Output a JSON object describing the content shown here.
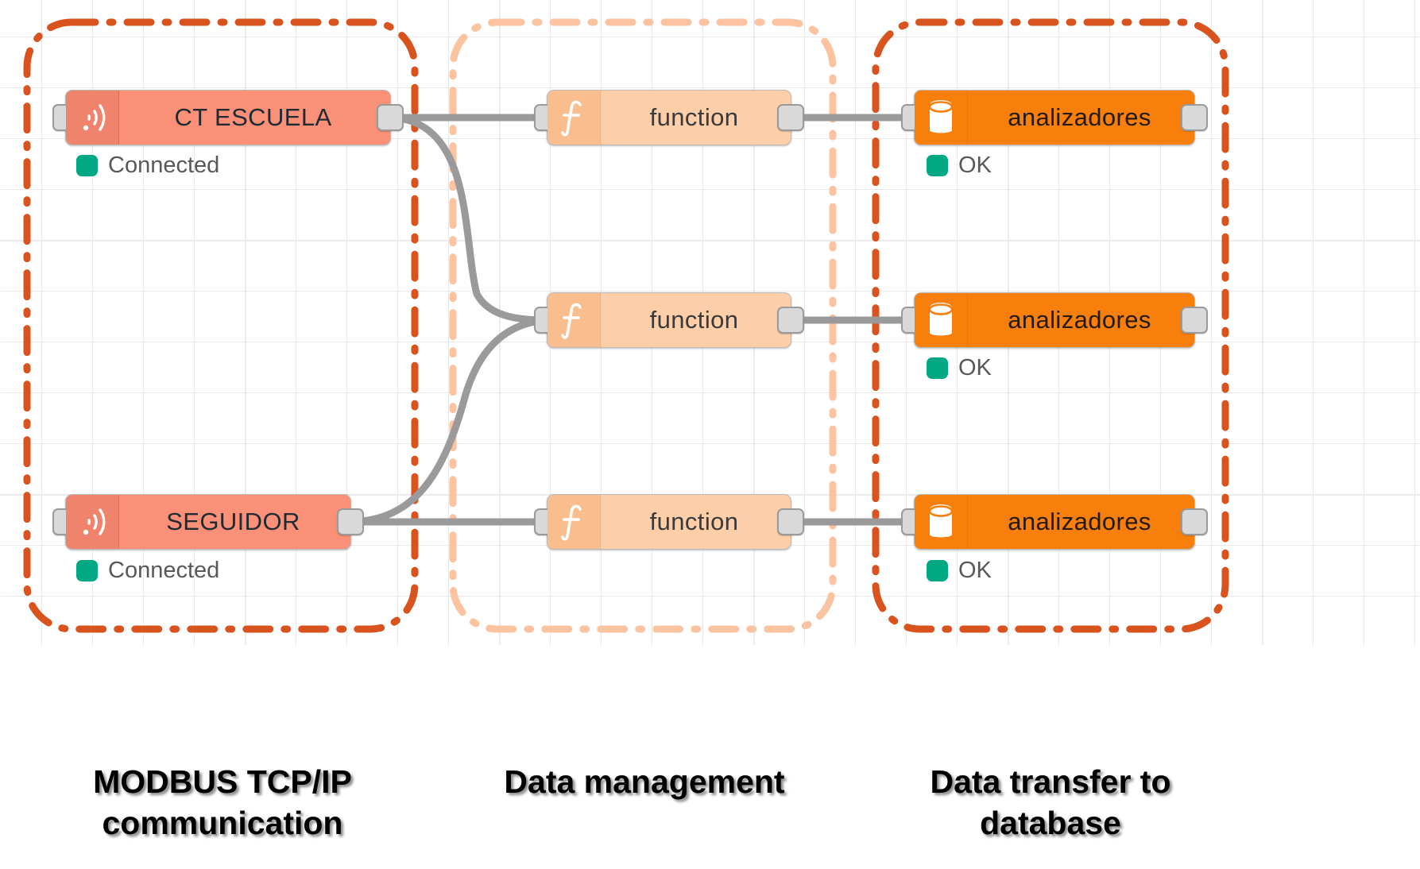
{
  "canvas": {
    "background": "#ffffff",
    "grid_color": "#e9e9e9"
  },
  "colors": {
    "group_strong": "#D9531E",
    "group_soft": "#FBC3A0",
    "modbus_node": "#F99077",
    "function_node": "#FDCEA8",
    "database_node": "#F87F0B",
    "status_ok": "#00A884",
    "wire": "#9a9a9a",
    "port": "#d9d9d9"
  },
  "groups": [
    {
      "id": "modbus",
      "border_color": "#D9531E",
      "caption": "MODBUS TCP/IP\ncommunication",
      "caption_line1": "MODBUS TCP/IP",
      "caption_line2": "communication"
    },
    {
      "id": "data-management",
      "border_color": "#FBC3A0",
      "caption": "Data management",
      "caption_line1": "Data management",
      "caption_line2": ""
    },
    {
      "id": "database",
      "border_color": "#D9531E",
      "caption": "Data transfer to\ndatabase",
      "caption_line1": "Data transfer to",
      "caption_line2": "database"
    }
  ],
  "nodes": {
    "modbus": [
      {
        "label": "CT ESCUELA",
        "icon": "radio-wave-icon",
        "status": "Connected",
        "status_color": "#00A884"
      },
      {
        "label": "SEGUIDOR",
        "icon": "radio-wave-icon",
        "status": "Connected",
        "status_color": "#00A884"
      }
    ],
    "functions": [
      {
        "label": "function",
        "icon": "function-f-icon"
      },
      {
        "label": "function",
        "icon": "function-f-icon"
      },
      {
        "label": "function",
        "icon": "function-f-icon"
      }
    ],
    "databases": [
      {
        "label": "analizadores",
        "icon": "database-cylinder-icon",
        "status": "OK",
        "status_color": "#00A884"
      },
      {
        "label": "analizadores",
        "icon": "database-cylinder-icon",
        "status": "OK",
        "status_color": "#00A884"
      },
      {
        "label": "analizadores",
        "icon": "database-cylinder-icon",
        "status": "OK",
        "status_color": "#00A884"
      }
    ]
  },
  "connections": [
    {
      "from": "CT ESCUELA",
      "to": "function 1"
    },
    {
      "from": "CT ESCUELA",
      "to": "function 2"
    },
    {
      "from": "SEGUIDOR",
      "to": "function 2"
    },
    {
      "from": "SEGUIDOR",
      "to": "function 3"
    },
    {
      "from": "function 1",
      "to": "analizadores 1"
    },
    {
      "from": "function 2",
      "to": "analizadores 2"
    },
    {
      "from": "function 3",
      "to": "analizadores 3"
    }
  ]
}
